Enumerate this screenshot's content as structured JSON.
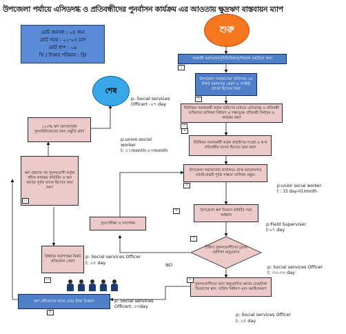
{
  "title": "উপজেলা পর্যায়ে এসিডদগ্ধ ও প্রতিবন্ধীদের পুনর্বাসন কার্যক্রম এর আওতায় ক্ষুদ্রঋণ বাস্তবায়ন ম্যাপ",
  "info": {
    "line1": "মোট জনবল : ০৪ জন",
    "line2": "মোট সময় : ০১-০৩ মাস",
    "line3": "মোট ধাপ : ০৯",
    "line4": "ফি / টাকার পরিমান : ফ্রি"
  },
  "start_label": "শুরু",
  "end_label": "শেষ",
  "steps": {
    "s1": "সরকারী বরাদ্দ/কর্মসূচিভিত্তিক/ঘূর্ণায়মান তহবিলে জমা",
    "s2": "উপজেলা সমাজসেবা অফিসার এর নিকট বরাদ্দপত্র প্রেরণ ও সংশ্লিষ্ট ব্যাংক হিসেবে জমা",
    "s3": "ইউনিয়ন সমাজকর্মী কর্তৃক জরিপের মাধ্যমে এসিডদগ্ধ ও প্রতিবন্ধী ব্যক্তিদের তালিকা নির্ধারণ ও লক্ষ্যভুক্ত প্রতিবন্ধী নির্বাচন ও কার্যক্রম গ্রহণ",
    "s4": "ইউনিয়ন সমাজকর্মী কর্তৃক বাছাইপত্র সংগ্রহ ও স্ব-স্ব প্রতিবন্ধীর ব্যাংক হিসেবে জমা করণ",
    "s5": "উপজেলা সমাজসেবা কার্যালয়ে প্রাপ্ত আবেদনপত্র যাচাই-বাছাই পূর্বক সম্ভাব্য তালিকা প্রস্তুত",
    "s6": "উপজেলা ঋণ বিতরণ কমিটির সভা আহ্বান",
    "s7": "সুফলভোগীদের জন্য অনুমোদিত ঋণের চেক/টাকা বিতরণের স্থান, তারিখ নির্ধারণ এবং অবহিতকরণ",
    "s8": "ঋণ গ্রহীতাদের মাঝে চেক/ টাকা বিতরণ",
    "s9": "ঋণ গ্রহণের পর সুফলভোগী কর্তৃক গৃহীত কার্যক্রম মনিটরিং ও ঋণ আদায় পূর্বক ব্যাংক হিসেবে জমা করণ",
    "s10": "উর্ধ্বতন কর্তৃপক্ষের নিকট প্রতিবেদন প্রেরণ",
    "s11": "১০০% ঋণ আদায়পূর্বক পুনঃবিনিয়োগের জন্য প্রস্তুতি গ্রহণ",
    "revise": "পুনঃপরীক্ষা ও সংশোধন",
    "decision": "চিহ্নিত সুফলভোগীদের চূড়ান্ত তালিকা অনুমোদন"
  },
  "numbers": {
    "n1": "১",
    "n2": "২",
    "n3": "৩",
    "n4": "৪",
    "n5": "৫",
    "n6": "৬",
    "n7": "৭",
    "n8": "৮",
    "n9": "৯",
    "n10": "১০",
    "n11": "১১"
  },
  "notes": {
    "officer_end_role": "p: Social services",
    "officer_end_time": "Officert -০৭ day",
    "union_worker_role": "p:union social",
    "union_worker_role2": "worker",
    "union_worker_time": "t: ০১month-০৩month",
    "union_worker_right": "p:union social worker",
    "union_worker_right_time": "t : 15 day-01month",
    "field_sup_role": "p:Field Superviser",
    "field_sup_time": "t:০৭ day",
    "officer_mid_role": "p: Social services Officer",
    "officer_mid_time": "t: ৩০-৩০ day",
    "officer_left_role": "p: Social services Officer",
    "officer_left_time": "t: ০৫ day",
    "officer_bl_role": "p: Social services",
    "officer_bl_time": "Officert: ০৩day",
    "officer_bottom_role": "p: Social services Officer",
    "officer_bottom_time": "t: ১৫ day",
    "no_label": "NO"
  }
}
